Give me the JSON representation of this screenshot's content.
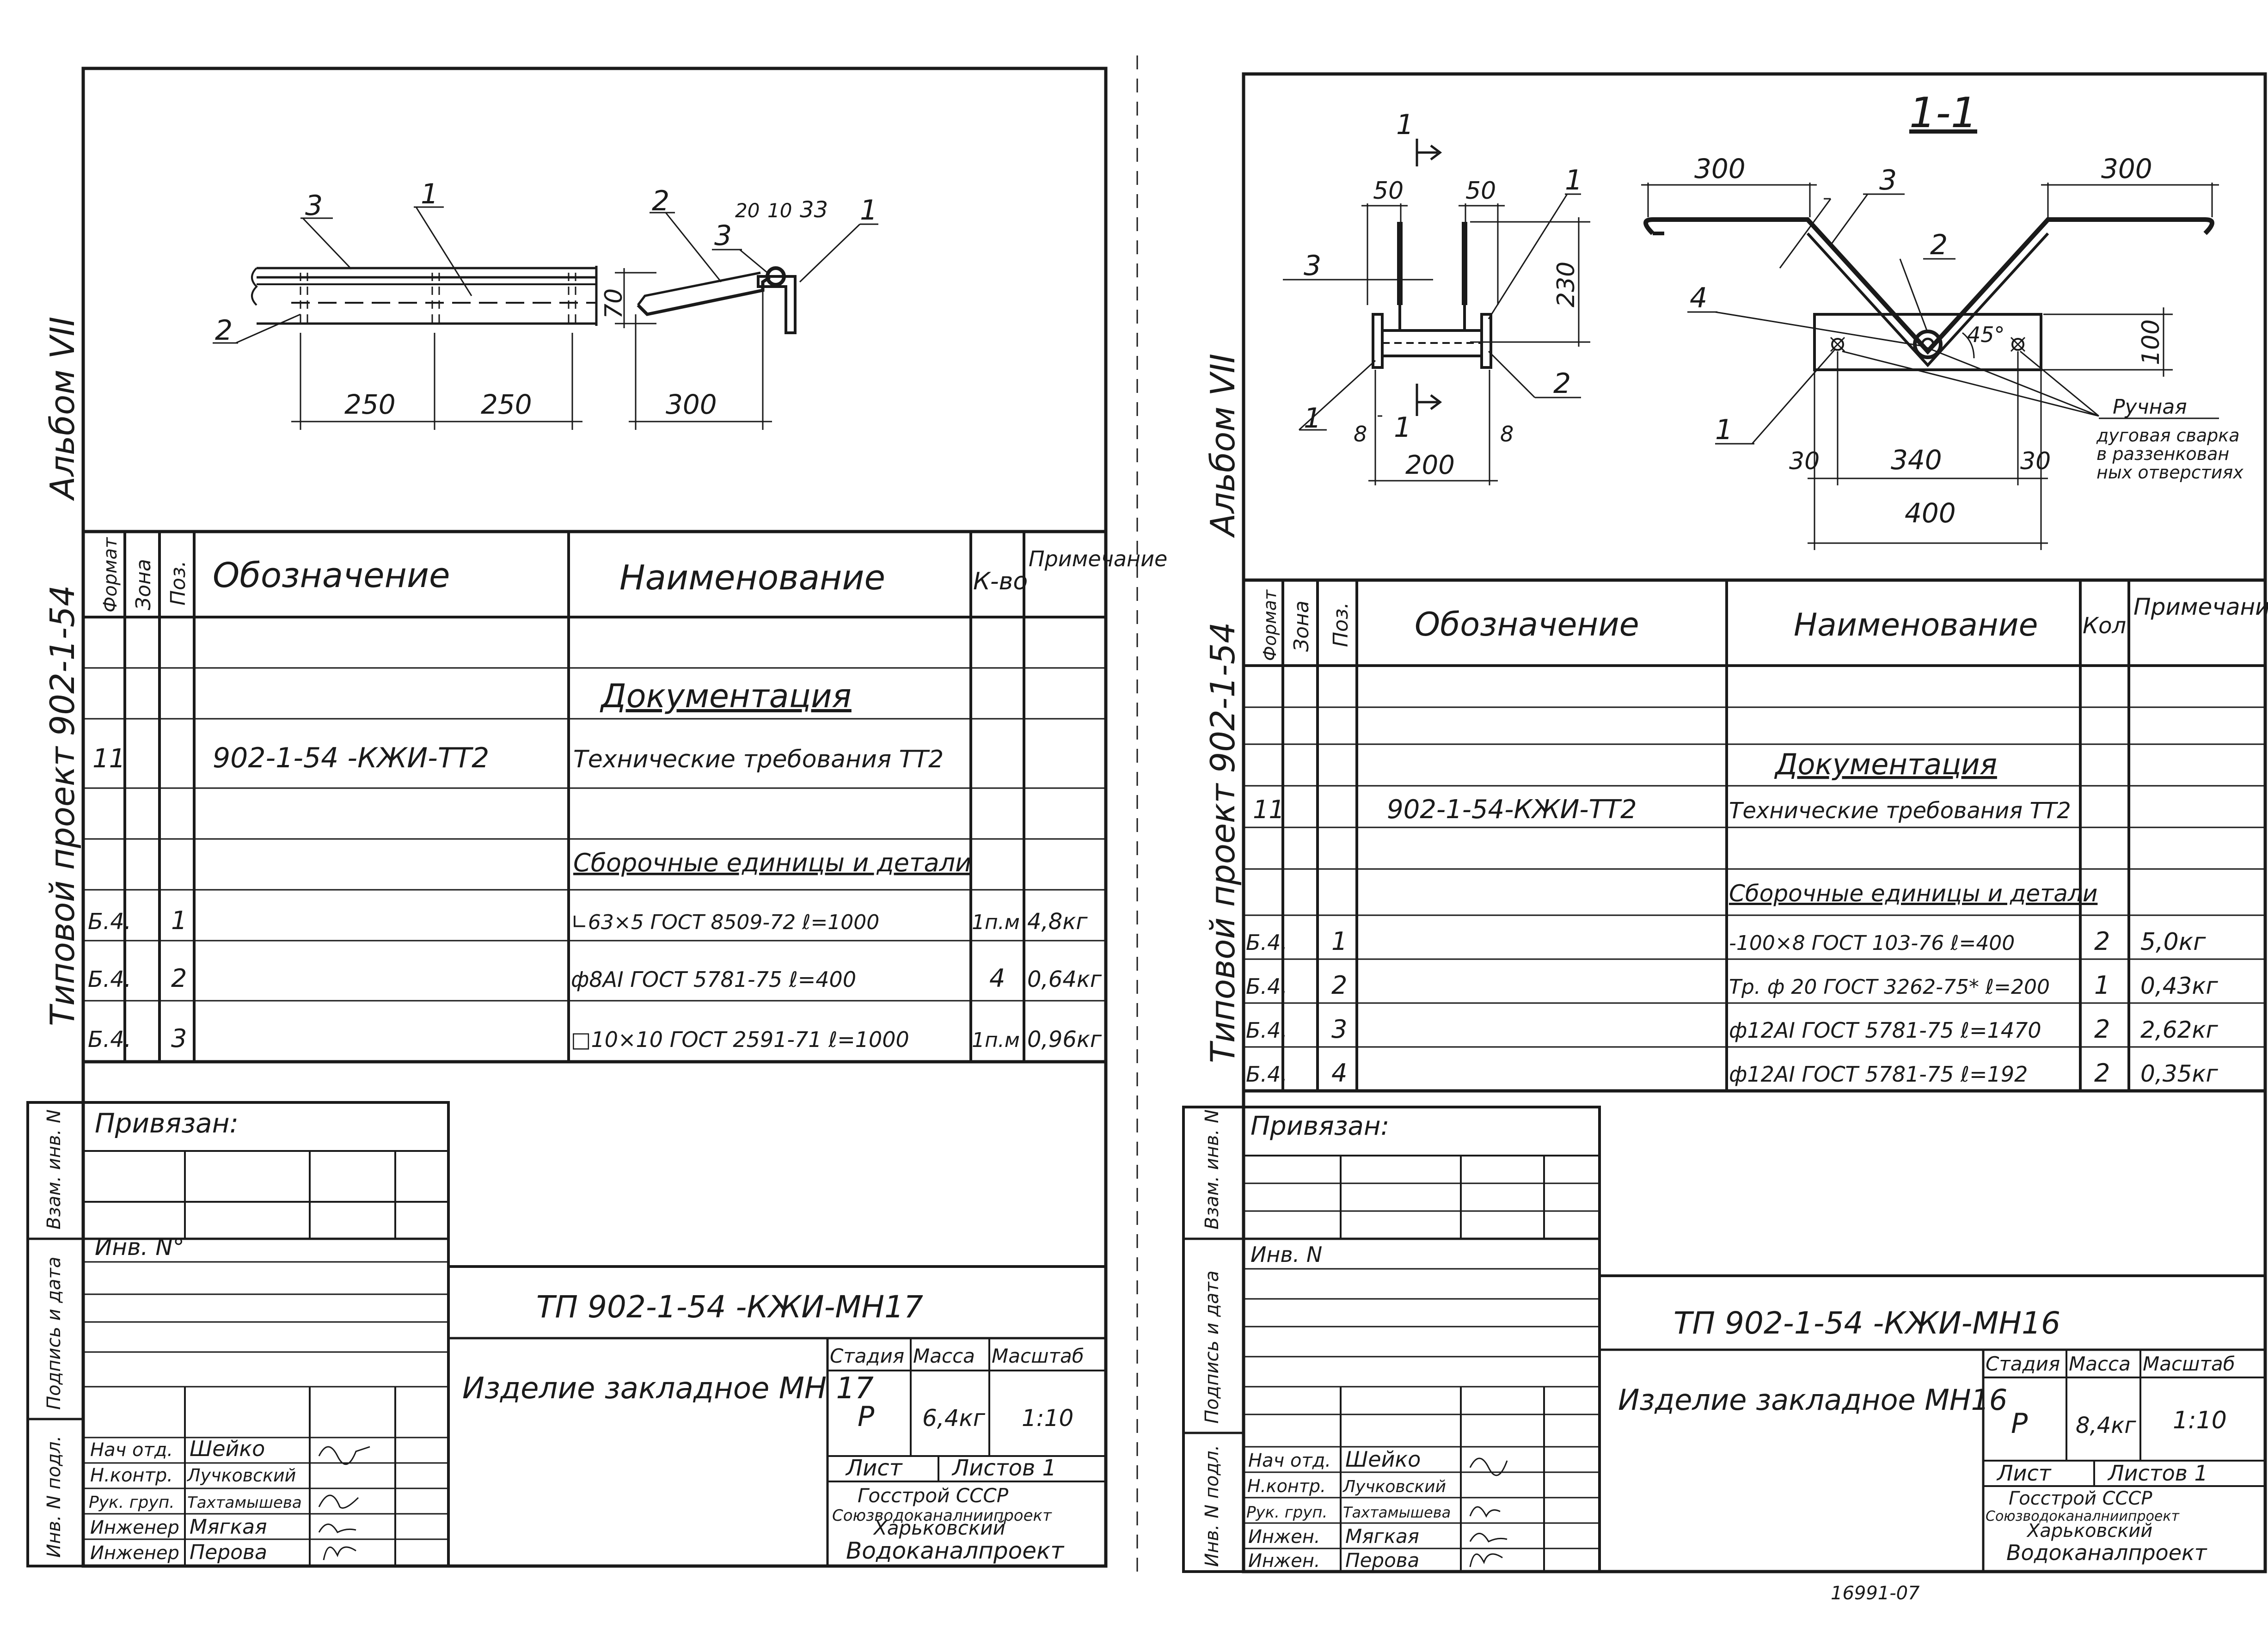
{
  "left": {
    "album": "Альбом VII",
    "project": "Типовой проект 902-1-54",
    "drawing": {
      "labels": [
        "3",
        "1",
        "2",
        "2",
        "3",
        "1"
      ],
      "top_dims": [
        "20",
        "10",
        "33"
      ],
      "dim_70": "70",
      "dim_250a": "250",
      "dim_250b": "250",
      "dim_300": "300"
    },
    "spec_header": {
      "format": "Формат",
      "zone": "Зона",
      "pos": "Поз.",
      "designation": "Обозначение",
      "name": "Наименование",
      "qty": "К-во",
      "note": "Примечание"
    },
    "rows": [
      {
        "fmt": "",
        "pos": "",
        "des": "",
        "name": "Документация",
        "qty": "",
        "note": ""
      },
      {
        "fmt": "11",
        "pos": "",
        "des": "902-1-54 -КЖИ-ТТ2",
        "name": "Технические требования ТТ2",
        "qty": "",
        "note": ""
      },
      {
        "fmt": "",
        "pos": "",
        "des": "",
        "name": "Сборочные единицы и детали",
        "qty": "",
        "note": ""
      },
      {
        "fmt": "Б.4.",
        "pos": "1",
        "des": "",
        "name": "∟63×5 ГОСТ 8509-72 ℓ=1000",
        "qty": "1п.м",
        "note": "4,8кг"
      },
      {
        "fmt": "Б.4.",
        "pos": "2",
        "des": "",
        "name": "ф8АI ГОСТ 5781-75   ℓ=400",
        "qty": "4",
        "note": "0,64кг"
      },
      {
        "fmt": "Б.4.",
        "pos": "3",
        "des": "",
        "name": "□10×10 ГОСТ 2591-71  ℓ=1000",
        "qty": "1п.м",
        "note": "0,96кг"
      }
    ],
    "side_labels": [
      "Взам. инв. N",
      "Подпись и дата",
      "Инв. N подл."
    ],
    "privyazan": "Привязан:",
    "inv": "Инв. N°",
    "code": "ТП 902-1-54 -КЖИ-МН17",
    "title": "Изделие закладное МН 17",
    "stage_h": "Стадия",
    "mass_h": "Масса",
    "scale_h": "Масштаб",
    "stage": "Р",
    "mass": "6,4кг",
    "scale": "1:10",
    "list": "Лист",
    "listov": "Листов 1",
    "org": [
      "Госстрой СССР",
      "Союзводоканалниипроект",
      "Харьковский",
      "Водоканалпроект"
    ],
    "people": [
      {
        "role": "Нач отд.",
        "name": "Шейко"
      },
      {
        "role": "Н.контр.",
        "name": "Лучковский"
      },
      {
        "role": "Рук. груп.",
        "name": "Тахтамышева"
      },
      {
        "role": "Инженер",
        "name": "Мягкая"
      },
      {
        "role": "Инженер",
        "name": "Перова"
      }
    ]
  },
  "right": {
    "album": "Альбом VII",
    "project": "Типовой проект 902-1-54",
    "section": "1-1",
    "drawing": {
      "cut_a": "1",
      "cut_b": "1",
      "d50a": "50",
      "d50b": "50",
      "d230": "230",
      "d8a": "8",
      "d8b": "8",
      "d200": "200",
      "d300a": "300",
      "d300b": "300",
      "d100": "100",
      "d45": "45°",
      "d30a": "30",
      "d340": "340",
      "d30b": "30",
      "d400": "400",
      "labels": [
        "3",
        "1",
        "1",
        "2",
        "3",
        "2",
        "4",
        "1"
      ],
      "weld": [
        "Ручная",
        "дуговая сварка",
        "в раззенкован",
        "ных отверстиях"
      ]
    },
    "spec_header": {
      "format": "Формат",
      "zone": "Зона",
      "pos": "Поз.",
      "designation": "Обозначение",
      "name": "Наименование",
      "qty": "Кол.",
      "note": "Примечание"
    },
    "rows": [
      {
        "fmt": "",
        "pos": "",
        "des": "",
        "name": "Документация",
        "qty": "",
        "note": ""
      },
      {
        "fmt": "11",
        "pos": "",
        "des": "902-1-54-КЖИ-ТТ2",
        "name": "Технические требования ТТ2",
        "qty": "",
        "note": ""
      },
      {
        "fmt": "",
        "pos": "",
        "des": "",
        "name": "Сборочные единицы и детали",
        "qty": "",
        "note": ""
      },
      {
        "fmt": "Б.4.",
        "pos": "1",
        "des": "",
        "name": "-100×8 ГОСТ 103-76  ℓ=400",
        "qty": "2",
        "note": "5,0кг"
      },
      {
        "fmt": "Б.4.",
        "pos": "2",
        "des": "",
        "name": "Тр. ф 20 ГОСТ 3262-75* ℓ=200",
        "qty": "1",
        "note": "0,43кг"
      },
      {
        "fmt": "Б.4.",
        "pos": "3",
        "des": "",
        "name": "ф12АI ГОСТ 5781-75  ℓ=1470",
        "qty": "2",
        "note": "2,62кг"
      },
      {
        "fmt": "Б.4.",
        "pos": "4",
        "des": "",
        "name": "ф12АI ГОСТ 5781-75  ℓ=192",
        "qty": "2",
        "note": "0,35кг"
      }
    ],
    "side_labels": [
      "Взам. инв. N",
      "Подпись и дата",
      "Инв. N подл."
    ],
    "privyazan": "Привязан:",
    "inv": "Инв. N",
    "code": "ТП 902-1-54 -КЖИ-МН16",
    "title": "Изделие закладное МН16",
    "stage_h": "Стадия",
    "mass_h": "Масса",
    "scale_h": "Масштаб",
    "stage": "Р",
    "mass": "8,4кг",
    "scale": "1:10",
    "list": "Лист",
    "listov": "Листов 1",
    "org": [
      "Госстрой СССР",
      "Союзводоканалниипроект",
      "Харьковский",
      "Водоканалпроект"
    ],
    "people": [
      {
        "role": "Нач отд.",
        "name": "Шейко"
      },
      {
        "role": "Н.контр.",
        "name": "Лучковский"
      },
      {
        "role": "Рук. груп.",
        "name": "Тахтамышева"
      },
      {
        "role": "Инжен.",
        "name": "Мягкая"
      },
      {
        "role": "Инжен.",
        "name": "Перова"
      }
    ],
    "bottom_number": "16991-07"
  }
}
